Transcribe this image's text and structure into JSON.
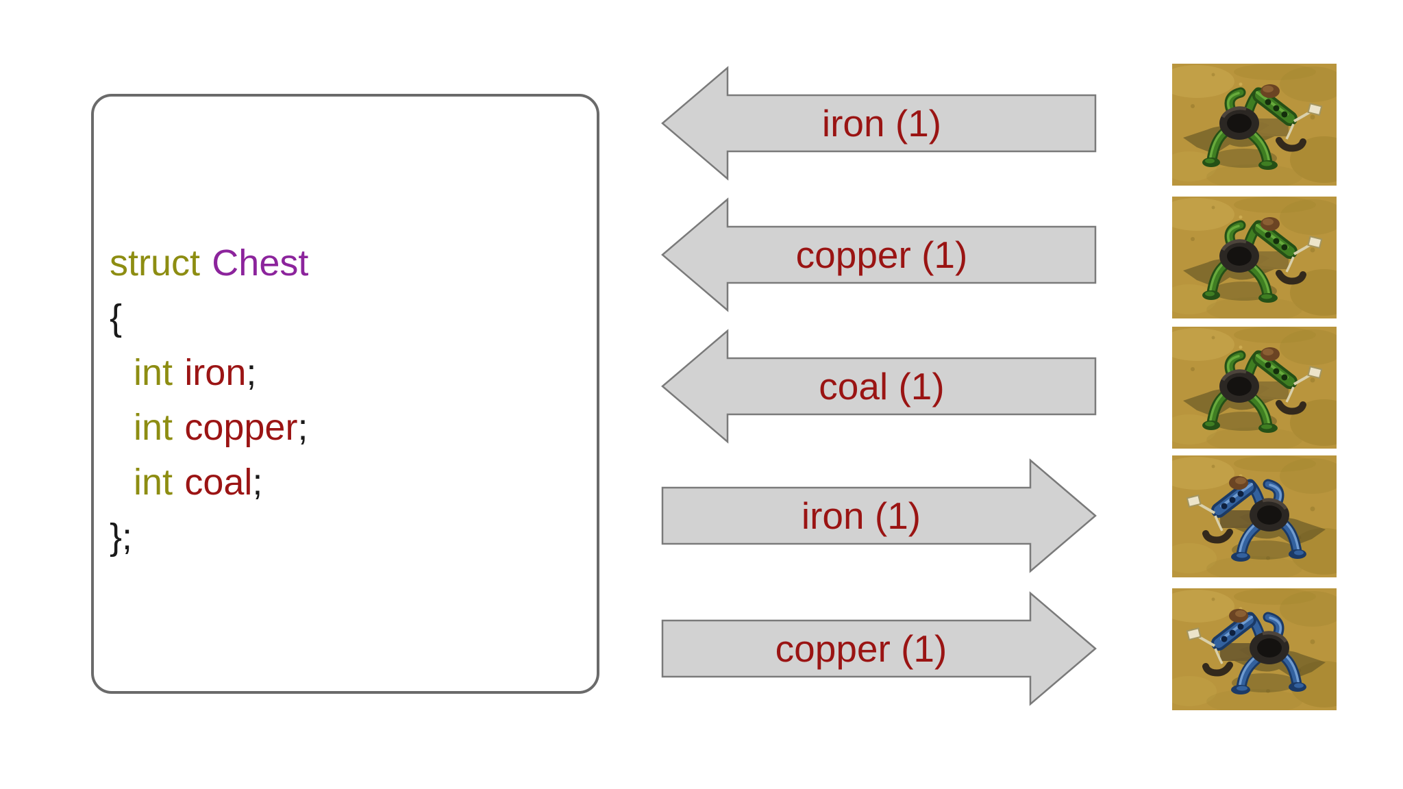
{
  "background_color": "#ffffff",
  "code_panel": {
    "keyword_struct": "struct",
    "type_name": "Chest",
    "brace_open": "{",
    "fields": [
      {
        "type_keyword": "int",
        "name": "iron",
        "terminator": ";"
      },
      {
        "type_keyword": "int",
        "name": "copper",
        "terminator": ";"
      },
      {
        "type_keyword": "int",
        "name": "coal",
        "terminator": ";"
      }
    ],
    "brace_close": "};"
  },
  "transfers": [
    {
      "label": "iron (1)",
      "direction": "left",
      "inserter": "green-inserter"
    },
    {
      "label": "copper (1)",
      "direction": "left",
      "inserter": "green-inserter"
    },
    {
      "label": "coal (1)",
      "direction": "left",
      "inserter": "green-inserter"
    },
    {
      "label": "iron (1)",
      "direction": "right",
      "inserter": "blue-inserter"
    },
    {
      "label": "copper (1)",
      "direction": "right",
      "inserter": "blue-inserter"
    }
  ],
  "colors": {
    "keyword": "#8d8d12",
    "type_name": "#8c249c",
    "identifier": "#9b1414",
    "punctuation": "#1a1a1a",
    "arrow_fill": "#d2d2d2",
    "arrow_border": "#7a7a7a",
    "arrow_label": "#9a1413",
    "panel_border": "#6a6a6a",
    "inserter_green": "#3f7e22",
    "inserter_blue": "#33619e",
    "sand": "#b9953d"
  }
}
